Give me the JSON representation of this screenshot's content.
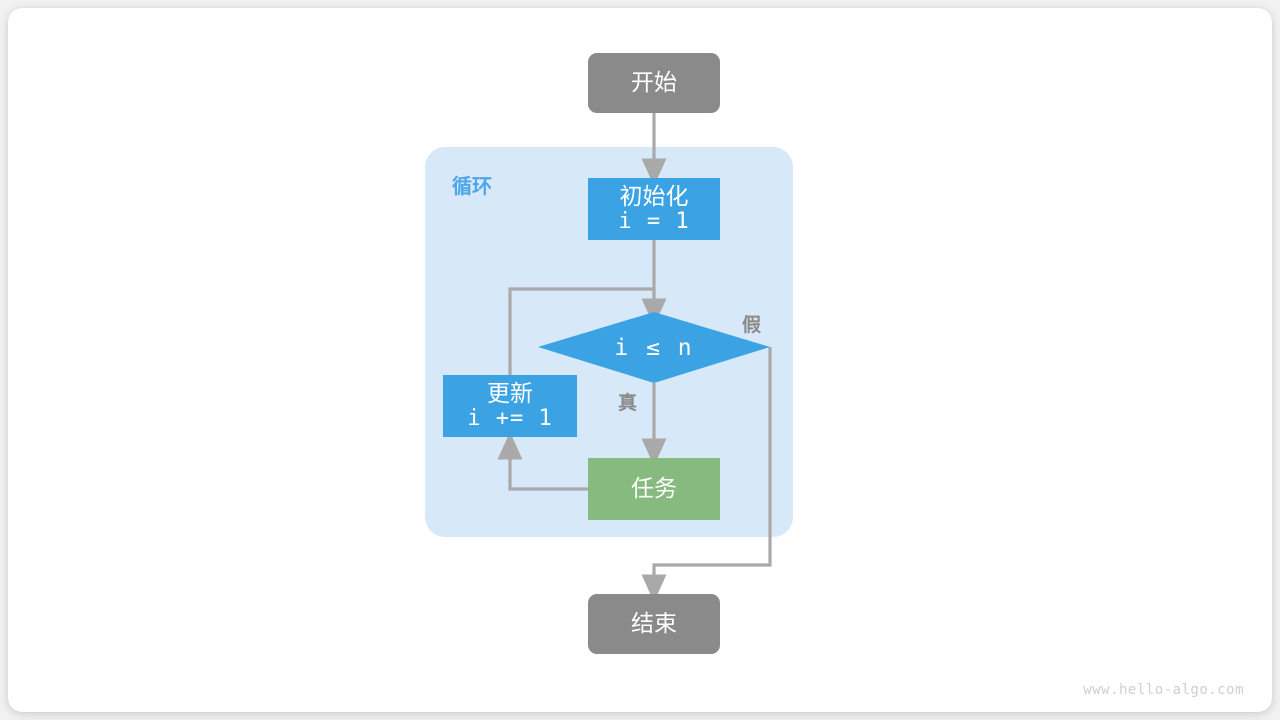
{
  "watermark": "www.hello-algo.com",
  "colors": {
    "page_background": "#f2f2f2",
    "card_background": "#ffffff",
    "terminal_gray": "#8a8a8a",
    "process_blue": "#3ba3e3",
    "decision_blue": "#3ba3e3",
    "task_green": "#86ba7f",
    "loop_container": "#d7e9f8",
    "loop_label": "#4da6e8",
    "arrow_gray": "#a9a9a9",
    "edge_label_gray": "#8a8a8a",
    "watermark_gray": "#cfcfcf"
  },
  "diagram": {
    "type": "flowchart",
    "title": "",
    "loop_container": {
      "label": "循环"
    },
    "nodes": [
      {
        "id": "start",
        "shape": "terminal",
        "label": "开始",
        "sublabel": ""
      },
      {
        "id": "init",
        "shape": "process",
        "label": "初始化",
        "sublabel": "i = 1"
      },
      {
        "id": "cond",
        "shape": "decision",
        "label": "i ≤ n",
        "sublabel": ""
      },
      {
        "id": "update",
        "shape": "process",
        "label": "更新",
        "sublabel": "i += 1"
      },
      {
        "id": "task",
        "shape": "process",
        "label": "任务",
        "sublabel": ""
      },
      {
        "id": "end",
        "shape": "terminal",
        "label": "结束",
        "sublabel": ""
      }
    ],
    "edge_labels": {
      "true": "真",
      "false": "假"
    },
    "edges": [
      {
        "from": "start",
        "to": "init",
        "label": ""
      },
      {
        "from": "init",
        "to": "cond",
        "label": ""
      },
      {
        "from": "cond",
        "to": "task",
        "label": "真"
      },
      {
        "from": "cond",
        "to": "end",
        "label": "假"
      },
      {
        "from": "task",
        "to": "update",
        "label": ""
      },
      {
        "from": "update",
        "to": "cond",
        "label": ""
      }
    ]
  }
}
